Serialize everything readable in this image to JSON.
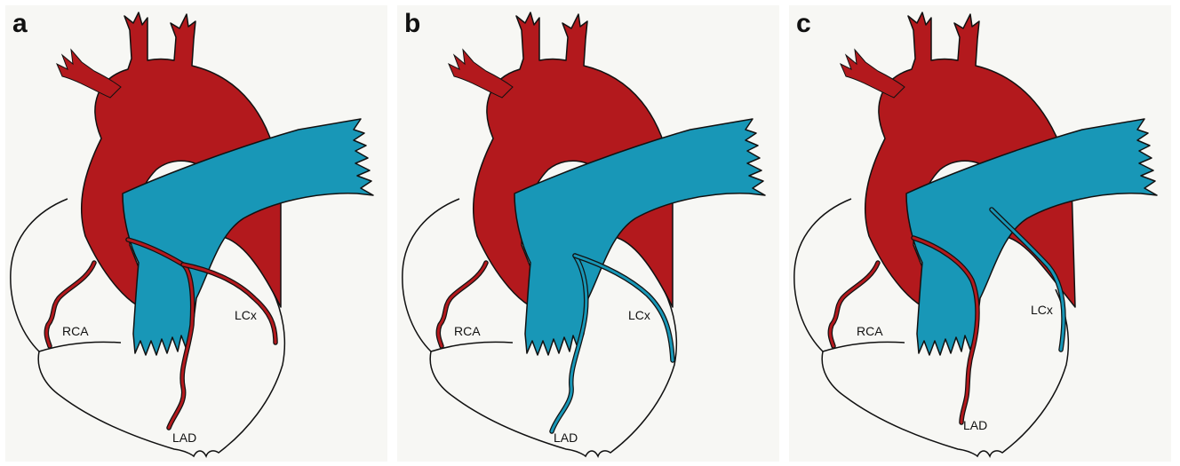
{
  "colors": {
    "aorta_red": "#b3191d",
    "pulmonary_blue": "#1897b7",
    "heart_outline": "#111111",
    "background": "#f7f7f4"
  },
  "panels": [
    {
      "letter": "a",
      "labels": {
        "rca": "RCA",
        "lcx": "LCx",
        "lad": "LAD"
      },
      "vessel_colors": {
        "rca": "red",
        "lad": "red",
        "lcx": "red"
      }
    },
    {
      "letter": "b",
      "labels": {
        "rca": "RCA",
        "lcx": "LCx",
        "lad": "LAD"
      },
      "vessel_colors": {
        "rca": "red",
        "lad": "blue",
        "lcx": "blue"
      }
    },
    {
      "letter": "c",
      "labels": {
        "rca": "RCA",
        "lcx": "LCx",
        "lad": "LAD"
      },
      "vessel_colors": {
        "rca": "red",
        "lad": "red",
        "lcx": "blue"
      }
    }
  ]
}
